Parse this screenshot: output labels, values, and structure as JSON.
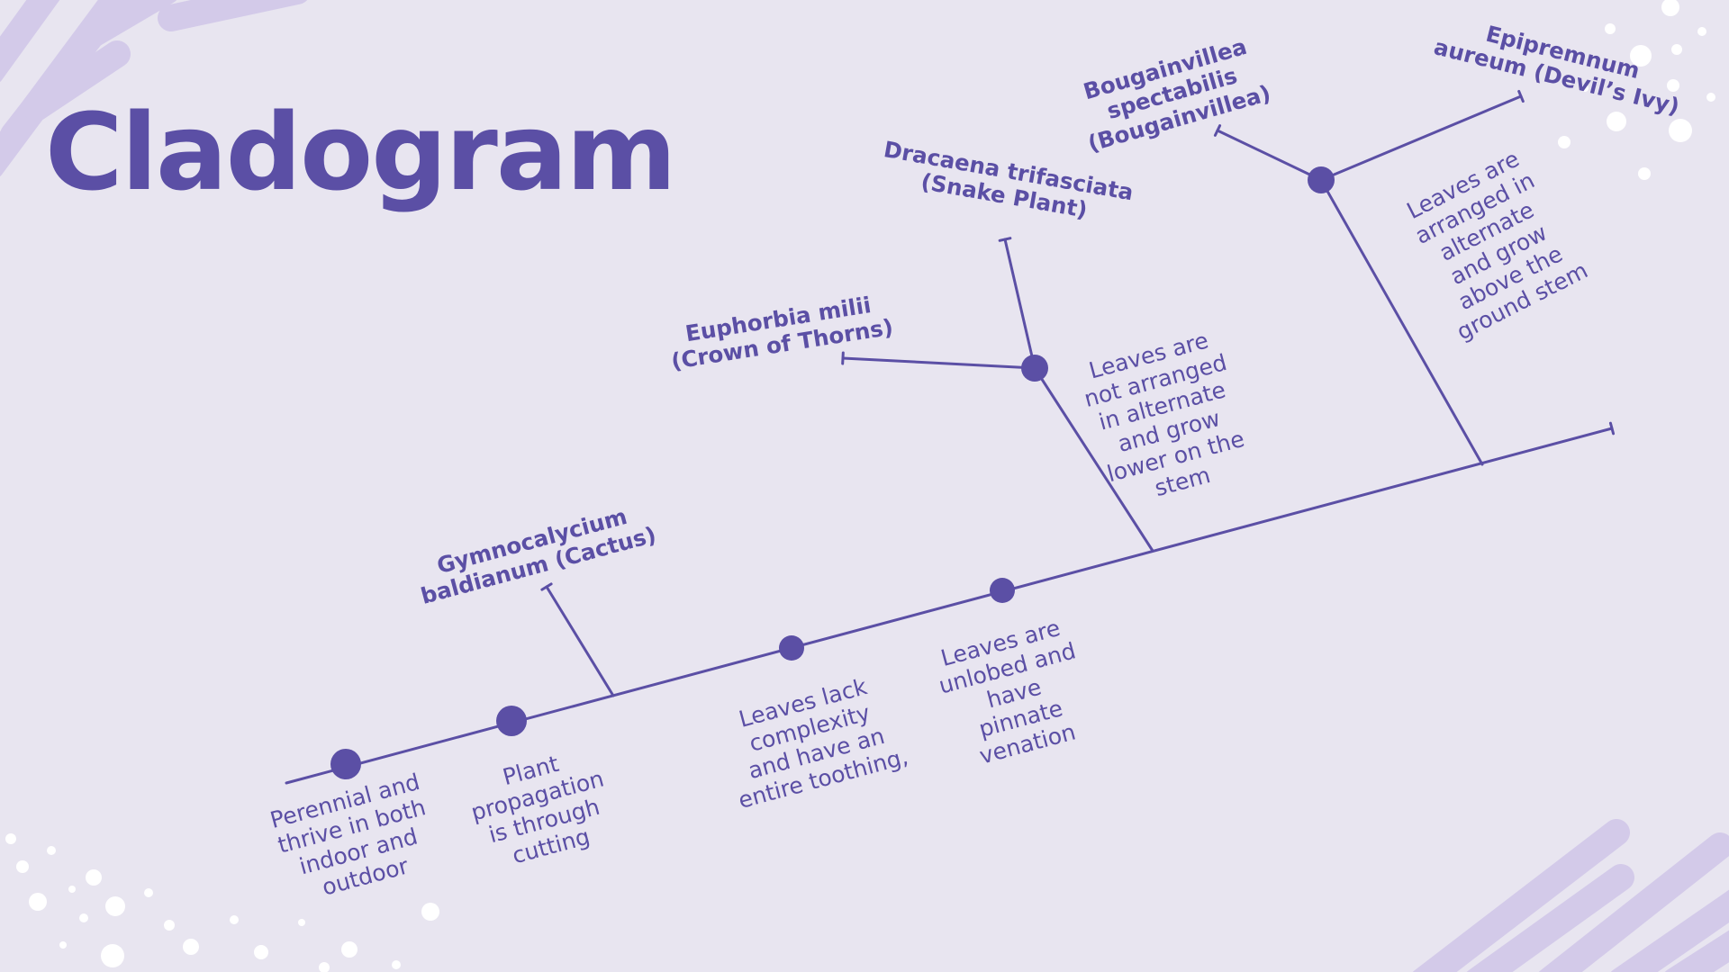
{
  "title": "Cladogram",
  "colors": {
    "background": "#e8e5f0",
    "accent": "#5b4fa5",
    "decoration": "#d3cae9",
    "speckle": "#ffffff"
  },
  "taxa": [
    {
      "id": "cactus",
      "lines": [
        "Gymnocalycium",
        "baldianum (Cactus)"
      ]
    },
    {
      "id": "crown",
      "lines": [
        "Euphorbia milii",
        "(Crown of Thorns)"
      ]
    },
    {
      "id": "snake",
      "lines": [
        "Dracaena trifasciata",
        "(Snake Plant)"
      ]
    },
    {
      "id": "bougainvillea",
      "lines": [
        "Bougainvillea",
        "spectabilis",
        "(Bougainvillea)"
      ]
    },
    {
      "id": "ivy",
      "lines": [
        "Epipremnum",
        "aureum (Devil’s Ivy)"
      ]
    }
  ],
  "traits": [
    {
      "id": "t1",
      "lines": [
        "Perennial and",
        "thrive in both",
        "indoor and",
        "outdoor"
      ]
    },
    {
      "id": "t2",
      "lines": [
        "Plant",
        "propagation",
        "is through",
        "cutting"
      ]
    },
    {
      "id": "t3",
      "lines": [
        "Leaves lack",
        "complexity",
        "and have an",
        "entire toothing,"
      ]
    },
    {
      "id": "t4",
      "lines": [
        "Leaves are",
        "unlobed and",
        "have",
        "pinnate",
        "venation"
      ]
    },
    {
      "id": "t5",
      "lines": [
        "Leaves are",
        "not arranged",
        "in alternate",
        "and grow",
        "lower on the",
        "stem"
      ]
    },
    {
      "id": "t6",
      "lines": [
        "Leaves are",
        "arranged in",
        "alternate",
        "and grow",
        "above the",
        "ground stem"
      ]
    }
  ]
}
